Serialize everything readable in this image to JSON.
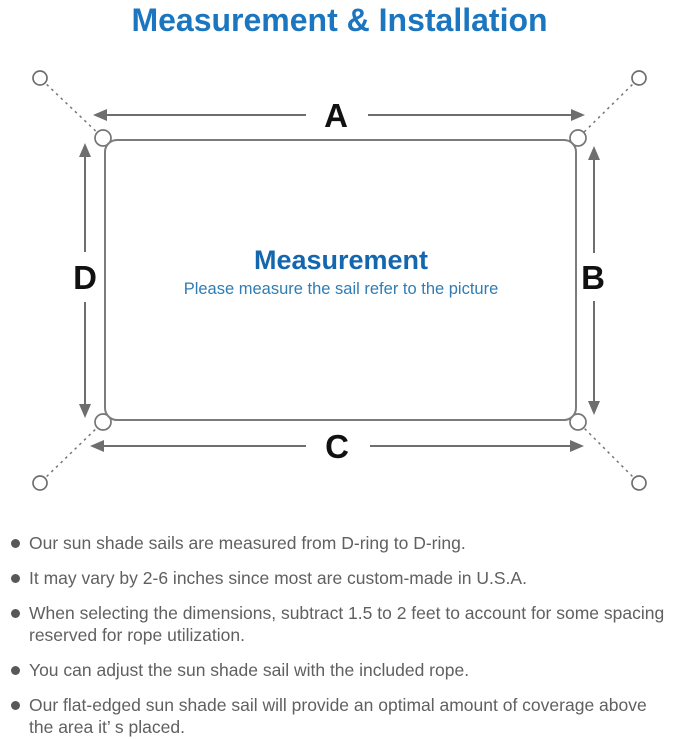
{
  "title": "Measurement & Installation",
  "diagram": {
    "side_labels": {
      "top": "A",
      "right": "B",
      "bottom": "C",
      "left": "D"
    },
    "center_heading": "Measurement",
    "center_note": "Please measure the sail refer to the picture"
  },
  "notes": [
    "Our sun shade sails are measured from D-ring to D-ring.",
    "It may vary by 2-6 inches since most are custom-made in U.S.A.",
    "When selecting the dimensions, subtract 1.5 to 2 feet to account for some spacing reserved for rope utilization.",
    "You can adjust the sun shade sail with the included rope.",
    "Our flat-edged sun shade sail will provide an optimal amount of coverage above the area it’ s placed."
  ],
  "colors": {
    "title_blue": "#1b76bf",
    "center_heading_blue": "#1467ae",
    "center_note_blue": "#2e7db4",
    "line_gray": "#757575",
    "side_label_black": "#111111",
    "note_text_gray": "#606060"
  }
}
